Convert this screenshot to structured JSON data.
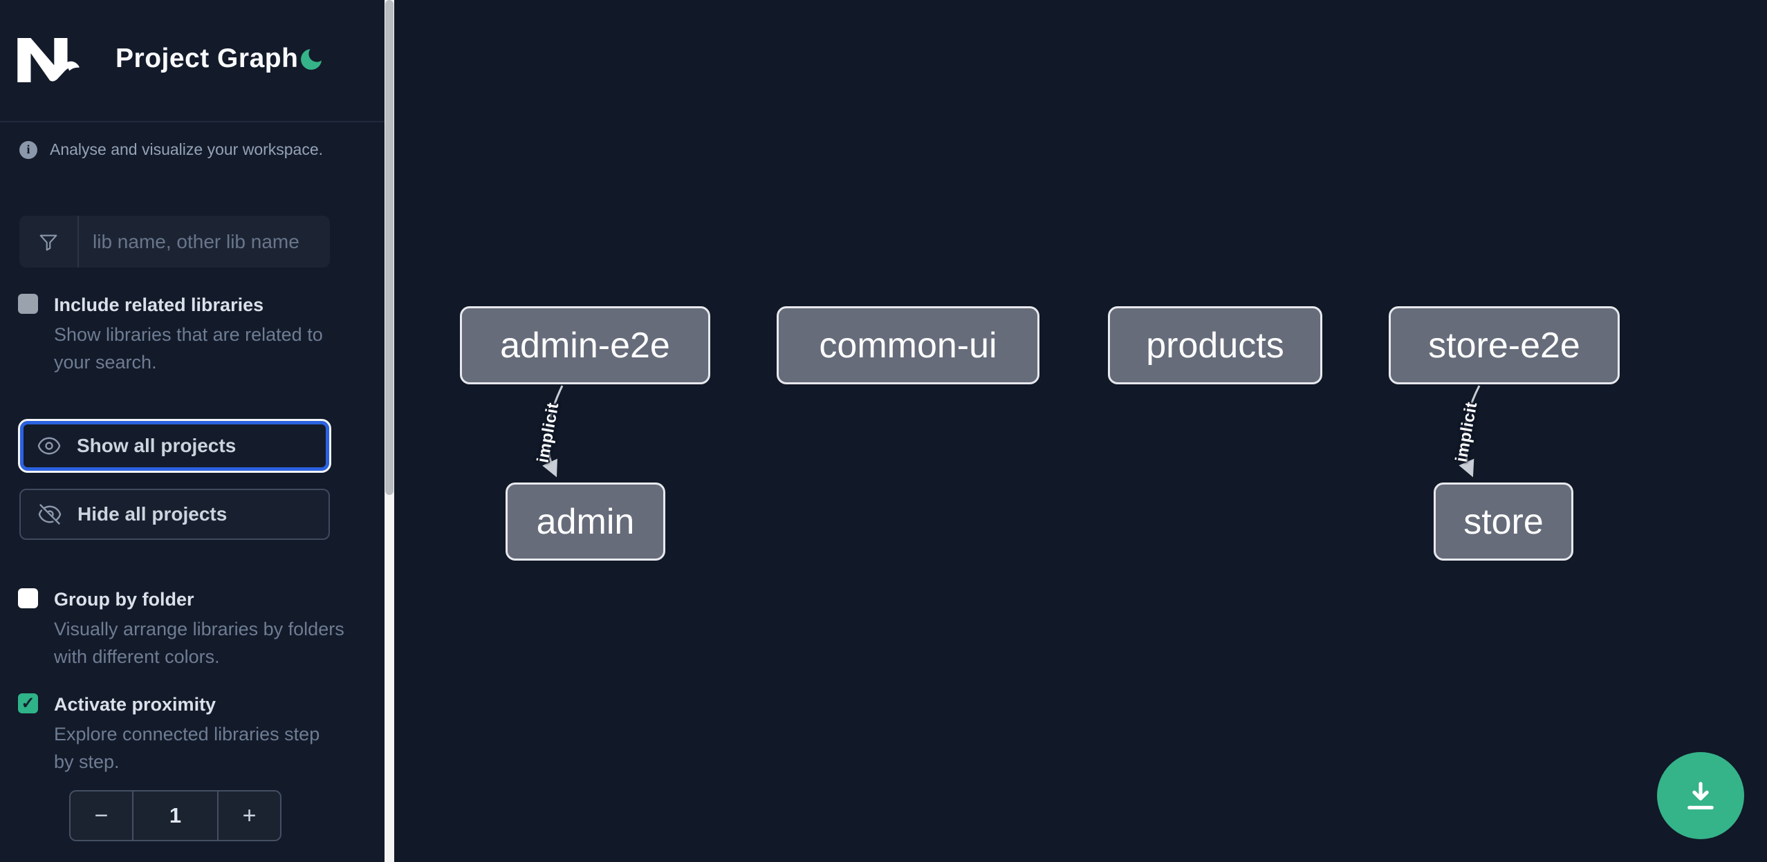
{
  "header": {
    "title": "Project Graph",
    "logo": "nx-logo",
    "theme_toggle_icon": "moon-icon"
  },
  "sidebar": {
    "tagline": "Analyse and visualize your workspace.",
    "search": {
      "placeholder": "lib name, other lib name",
      "value": "",
      "icon": "funnel-icon"
    },
    "options": [
      {
        "label": "Include related libraries",
        "description": "Show libraries that are related to your search.",
        "checked": false,
        "disabled": true
      },
      {
        "label": "Group by folder",
        "description": "Visually arrange libraries by folders with different colors.",
        "checked": false
      },
      {
        "label": "Activate proximity",
        "description": "Explore connected libraries step by step.",
        "checked": true
      }
    ],
    "buttons": {
      "show_all": "Show all projects",
      "hide_all": "Hide all projects"
    },
    "proximity_stepper": {
      "decrement": "−",
      "value": "1",
      "increment": "+"
    }
  },
  "graph": {
    "nodes": [
      {
        "label": "admin-e2e"
      },
      {
        "label": "common-ui"
      },
      {
        "label": "products"
      },
      {
        "label": "store-e2e"
      },
      {
        "label": "admin"
      },
      {
        "label": "store"
      }
    ],
    "edges": [
      {
        "source": "admin-e2e",
        "target": "admin",
        "label": "implicit"
      },
      {
        "source": "store-e2e",
        "target": "store",
        "label": "implicit"
      }
    ]
  },
  "fab": {
    "icon": "download"
  },
  "colors": {
    "accent_teal": "#35b389",
    "focus_blue": "#2b62e0",
    "node_fill": "#666c7a",
    "node_border": "#e7e9ee",
    "canvas_bg": "#111827",
    "sidebar_bg": "#131a29",
    "edge": "#c9ced6"
  }
}
